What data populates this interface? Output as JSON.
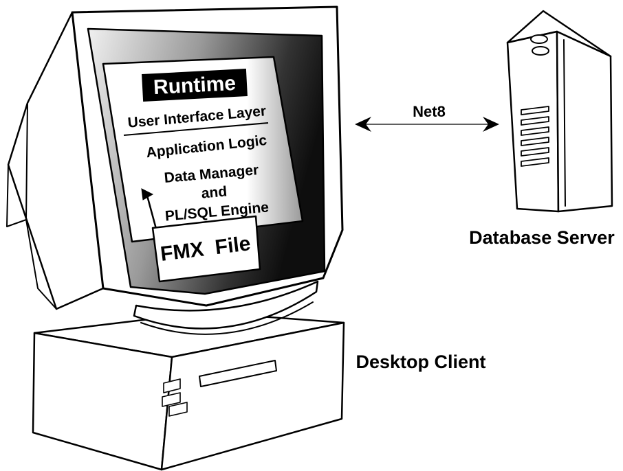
{
  "screen_panel": {
    "title": "Runtime",
    "layers": [
      "User Interface Layer",
      "Application Logic",
      "Data Manager",
      "and",
      "PL/SQL Engine"
    ]
  },
  "fmx_label": "FMX  File",
  "connection_label": "Net8",
  "server_label": "Database Server",
  "client_label": "Desktop Client",
  "colors": {
    "ink": "#000000",
    "paper": "#ffffff",
    "screen_dark": "#1a1a1a",
    "screen_light": "#f2f2f2"
  }
}
